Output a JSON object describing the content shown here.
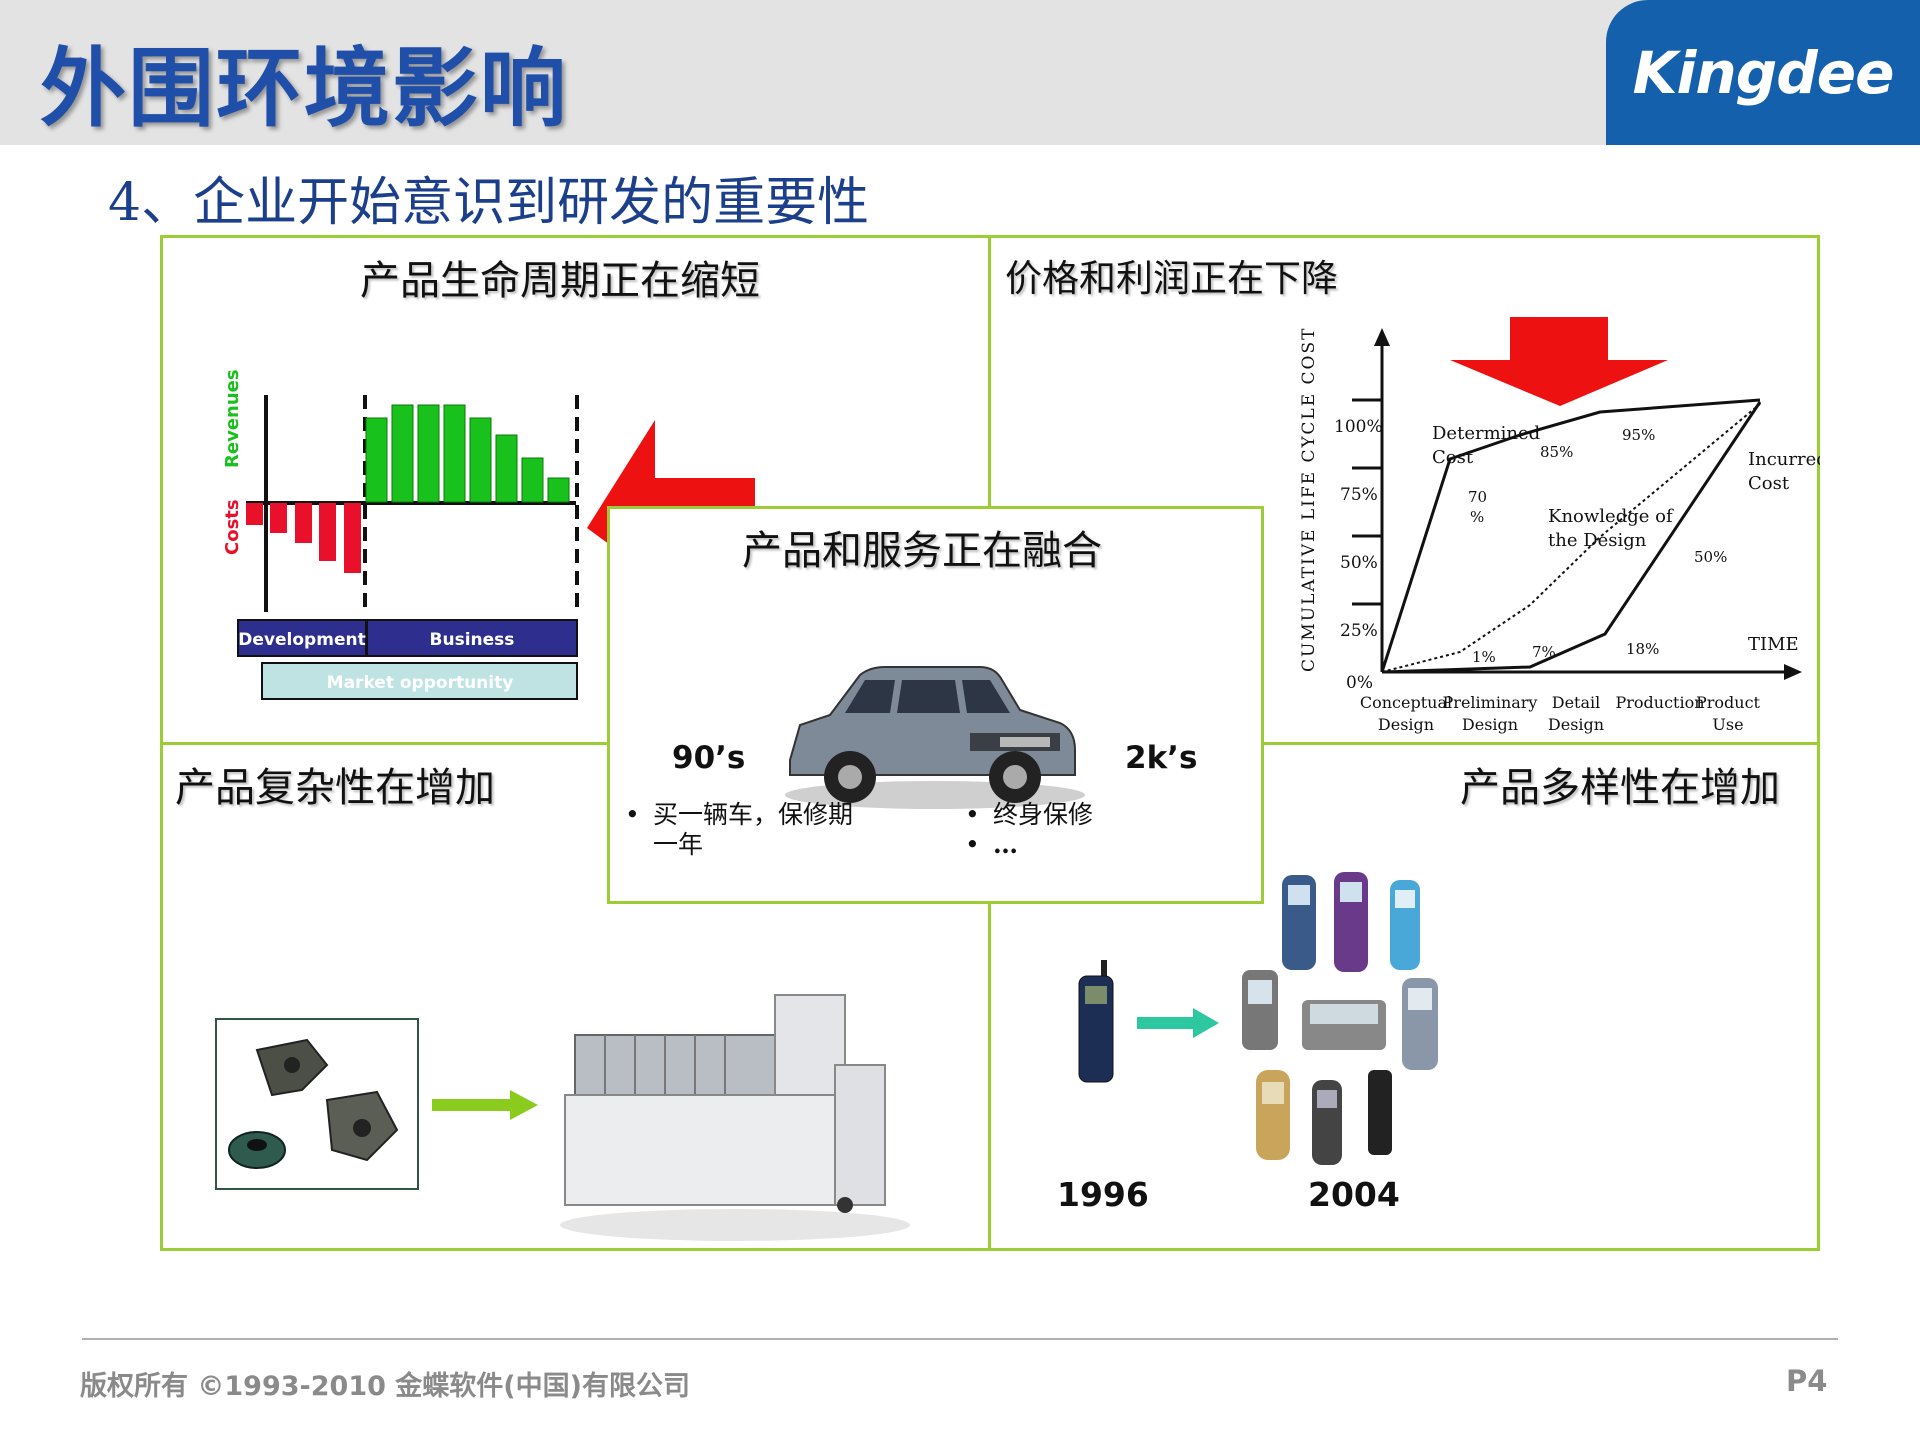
{
  "header": {
    "title": "外围环境影响",
    "logo": "Kingdee"
  },
  "subtitle": "4、企业开始意识到研发的重要性",
  "quadrants": {
    "top_left": {
      "title": "产品生命周期正在缩短",
      "chart": {
        "revenues_label": "Revenues",
        "costs_label": "Costs",
        "development_label": "Development",
        "business_label": "Business",
        "market_label": "Market opportunity"
      }
    },
    "top_right": {
      "title": "价格和利润正在下降"
    },
    "bottom_left": {
      "title": "产品复杂性在增加"
    },
    "bottom_right": {
      "title": "产品多样性在增加",
      "year_start": "1996",
      "year_end": "2004"
    }
  },
  "center": {
    "title": "产品和服务正在融合",
    "left_label": "90’s",
    "right_label": "2k’s",
    "left_bullets": [
      "买一辆车，保修期一年"
    ],
    "right_bullets": [
      "终身保修",
      "…"
    ]
  },
  "cost_chart": {
    "ylabel": "CUMULATIVE LIFE CYCLE COST",
    "xlabel": "TIME",
    "y_ticks": [
      "0%",
      "25%",
      "50%",
      "75%",
      "100%"
    ],
    "x_ticks": [
      [
        "Conceptual",
        "Design"
      ],
      [
        "Preliminary",
        "Design"
      ],
      [
        "Detail",
        "Design"
      ],
      [
        "Production",
        ""
      ],
      [
        "Product",
        "Use"
      ]
    ],
    "determined_label": [
      "Determined",
      "Cost"
    ],
    "incurred_label": [
      "Incurred",
      "Cost"
    ],
    "knowledge_label": [
      "Knowledge of",
      "the Design"
    ],
    "determined_points": [
      "70",
      "%",
      "85%",
      "95%"
    ],
    "incurred_points": [
      "1%",
      "7%",
      "18%",
      "50%"
    ]
  },
  "footer": {
    "copyright": "版权所有 ©1993-2010 金蝶软件(中国)有限公司",
    "page": "P4"
  },
  "colors": {
    "title_blue": "#1f4fa8",
    "panel_green": "#9ccd34",
    "logo_blue": "#1560ad",
    "arrow_red": "#ee1111"
  }
}
